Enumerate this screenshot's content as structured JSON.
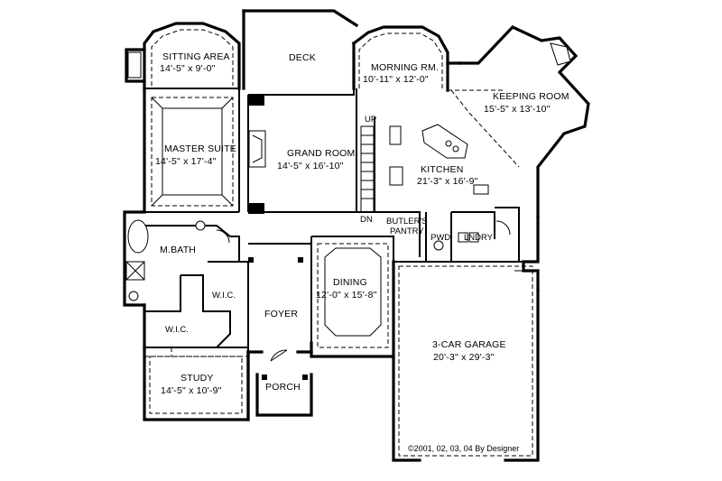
{
  "rooms": {
    "sitting_area": {
      "label": "SITTING AREA",
      "dims": "14'-5\" x 9'-0\""
    },
    "deck": {
      "label": "DECK"
    },
    "morning_room": {
      "label": "MORNING RM.",
      "dims": "10'-11\" x 12'-0\""
    },
    "keeping_room": {
      "label": "KEEPING ROOM",
      "dims": "15'-5\" x 13'-10\""
    },
    "master_suite": {
      "label": "MASTER SUITE",
      "dims": "14'-5\" x 17'-4\""
    },
    "grand_room": {
      "label": "GRAND ROOM",
      "dims": "14'-5\" x 16'-10\""
    },
    "kitchen": {
      "label": "KITCHEN",
      "dims": "21'-3\" x 16'-9\""
    },
    "master_bath": {
      "label": "M.BATH"
    },
    "butlers_pantry": {
      "label_1": "BUTLER'S",
      "label_2": "PANTRY"
    },
    "powder": {
      "label": "PWD"
    },
    "laundry": {
      "label": "LNDRY"
    },
    "wic_1": {
      "label": "W.I.C."
    },
    "wic_2": {
      "label": "W.I.C."
    },
    "dining": {
      "label": "DINING",
      "dims": "12'-0\" x 15'-8\""
    },
    "foyer": {
      "label": "FOYER"
    },
    "garage": {
      "label": "3-CAR GARAGE",
      "dims": "20'-3\" x 29'-3\""
    },
    "study": {
      "label": "STUDY",
      "dims": "14'-5\" x 10'-9\""
    },
    "porch": {
      "label": "PORCH"
    }
  },
  "stair": {
    "up": "UP",
    "down": "DN"
  },
  "copyright": "©2001, 02, 03, 04 By Designer"
}
